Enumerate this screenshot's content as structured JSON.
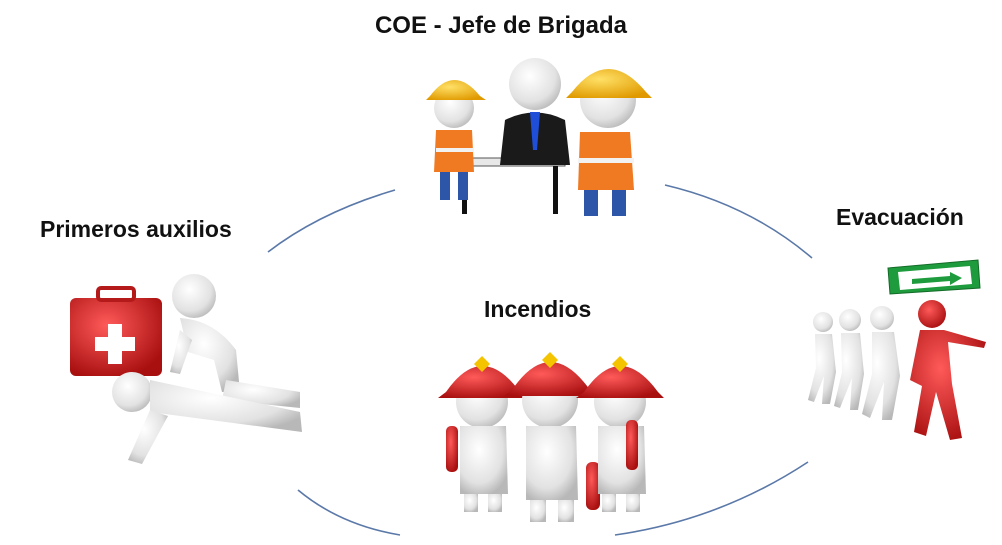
{
  "diagram": {
    "nodes": [
      {
        "id": "coe",
        "label": "COE  - Jefe de Brigada",
        "icon": "meeting-icon"
      },
      {
        "id": "primeros",
        "label": "Primeros auxilios",
        "icon": "first-aid-icon"
      },
      {
        "id": "evacuacion",
        "label": "Evacuación",
        "icon": "evacuation-icon"
      },
      {
        "id": "incendios",
        "label": "Incendios",
        "icon": "firefighters-icon"
      }
    ],
    "colors": {
      "ring": "#5a78a8",
      "helmet_yellow": "#f5b800",
      "helmet_red": "#c81e1e",
      "first_aid_box": "#d92b2b",
      "exit_sign": "#1e9b3c",
      "figure": "#e6e6e6",
      "lead_figure": "#d62020"
    }
  }
}
